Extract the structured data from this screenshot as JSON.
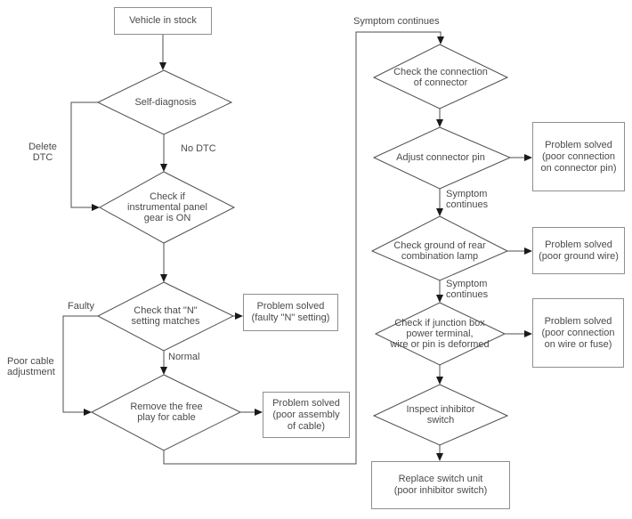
{
  "colors": {
    "line": "#4d4d4d",
    "arrow": "#1a1a1a",
    "box_border": "#8f8f8f",
    "text": "#4a4a4a",
    "background": "#ffffff"
  },
  "nodes": {
    "vehicle_in_stock": "Vehicle in stock",
    "self_diagnosis": "Self-diagnosis",
    "check_panel_gear": "Check if\ninstrumental panel\ngear is ON",
    "check_n_setting": "Check that \"N\"\nsetting matches",
    "remove_free_play": "Remove the free\nplay for cable",
    "solved_faulty_n": "Problem solved\n(faulty \"N\" setting)",
    "solved_poor_assembly": "Problem solved\n(poor assembly\nof cable)",
    "check_connection": "Check the connection\nof connector",
    "adjust_connector_pin": "Adjust connector pin",
    "solved_connector_pin": "Problem solved\n(poor connection\non connector pin)",
    "check_ground": "Check ground of rear\ncombination lamp",
    "solved_ground_wire": "Problem solved\n(poor ground wire)",
    "check_junction_box": "Check if junction box\npower terminal,\nwire or pin is deformed",
    "solved_wire_fuse": "Problem solved\n(poor connection\non wire or fuse)",
    "inspect_inhibitor": "Inspect inhibitor\nswitch",
    "replace_switch": "Replace switch unit\n(poor inhibitor switch)"
  },
  "edge_labels": {
    "delete_dtc": "Delete\nDTC",
    "no_dtc": "No DTC",
    "faulty": "Faulty",
    "poor_cable": "Poor cable\nadjustment",
    "normal": "Normal",
    "symptom_top": "Symptom continues",
    "symptom_mid1": "Symptom\ncontinues",
    "symptom_mid2": "Symptom\ncontinues"
  }
}
